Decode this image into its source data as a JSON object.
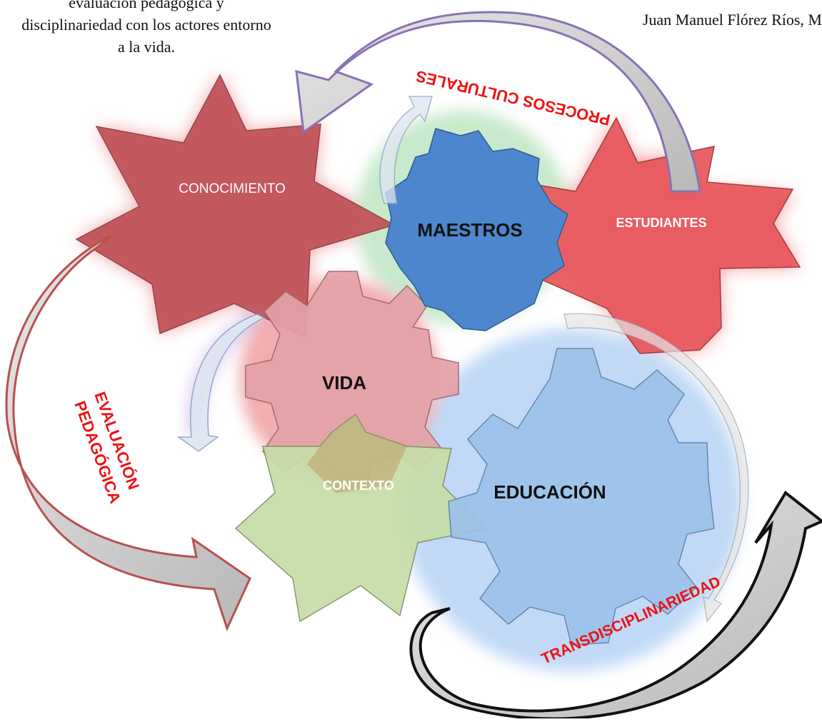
{
  "caption": {
    "lines": [
      "evaluación pedagógica y",
      "disciplinariedad con los actores entorno",
      "a la vida."
    ],
    "author": "Juan Manuel Flórez Ríos, M"
  },
  "nodes": {
    "conocimiento": "CONOCIMIENTO",
    "maestros": "MAESTROS",
    "estudiantes": "ESTUDIANTES",
    "vida": "VIDA",
    "contexto": "CONTEXTO",
    "educacion": "EDUCACIÓN"
  },
  "arrow_labels": {
    "procesos_culturales": "PROCESOS CULTURALES",
    "evaluacion": "EVALUACIÓN",
    "pedagogica": "PEDAGÓGICA",
    "transdisciplinariedad": "TRANSDISCIPLINARIEDAD"
  },
  "colors": {
    "conocimiento": "#c0545a",
    "estudiantes": "#e65c60",
    "maestros": "#4d86cc",
    "vida": "#e2a0a4",
    "contexto": "#c9dfaa",
    "educacion": "#9cc1ea",
    "label_red": "#ee1111",
    "arrow_gray": "#c8c8c8",
    "arrow_purple": "#8a71b5",
    "arrow_brown": "#b8504f"
  }
}
